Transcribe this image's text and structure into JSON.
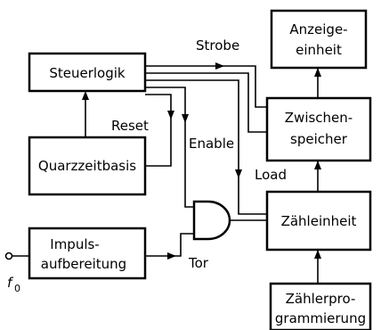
{
  "blocks": {
    "steuerlogik": "Steuerlogik",
    "quarzzeitbasis": "Quarzzeitbasis",
    "impuls_line1": "Impuls-",
    "impuls_line2": "aufbereitung",
    "anzeige_line1": "Anzeige-",
    "anzeige_line2": "einheit",
    "zwischen_line1": "Zwischen-",
    "zwischen_line2": "speicher",
    "zaehleinheit": "Zähleinheit",
    "zaehlerprog_line1": "Zählerpro-",
    "zaehlerprog_line2": "grammierung"
  },
  "signals": {
    "strobe": "Strobe",
    "reset": "Reset",
    "enable": "Enable",
    "load": "Load",
    "tor": "Tor",
    "input_f": "f",
    "input_sub": "0"
  }
}
